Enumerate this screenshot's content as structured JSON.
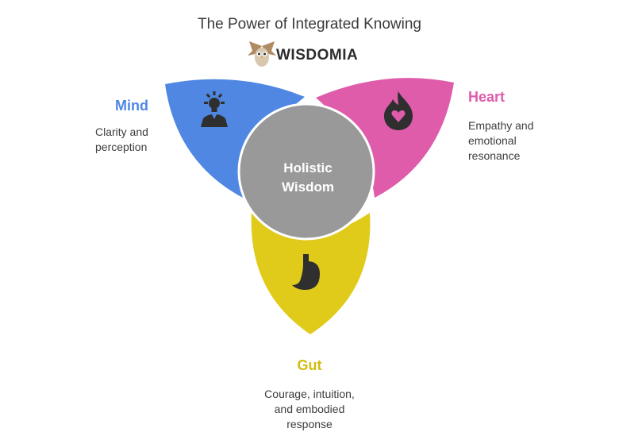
{
  "title": "The Power of Integrated Knowing",
  "logo": {
    "text": "WISDOMIA",
    "icon": "owl-icon"
  },
  "center": {
    "line1": "Holistic",
    "line2": "Wisdom",
    "color": "#999999"
  },
  "petals": {
    "mind": {
      "label": "Mind",
      "desc": [
        "Clarity and",
        "perception"
      ],
      "color": "#4f87e3",
      "icon": "lightbulb-person-icon"
    },
    "heart": {
      "label": "Heart",
      "desc": [
        "Empathy and",
        "emotional",
        "resonance"
      ],
      "color": "#df5cab",
      "icon": "heart-flame-icon"
    },
    "gut": {
      "label": "Gut",
      "desc": [
        "Courage, intuition,",
        "and embodied",
        "response"
      ],
      "color": "#e0ca1a",
      "icon": "stomach-icon"
    }
  }
}
